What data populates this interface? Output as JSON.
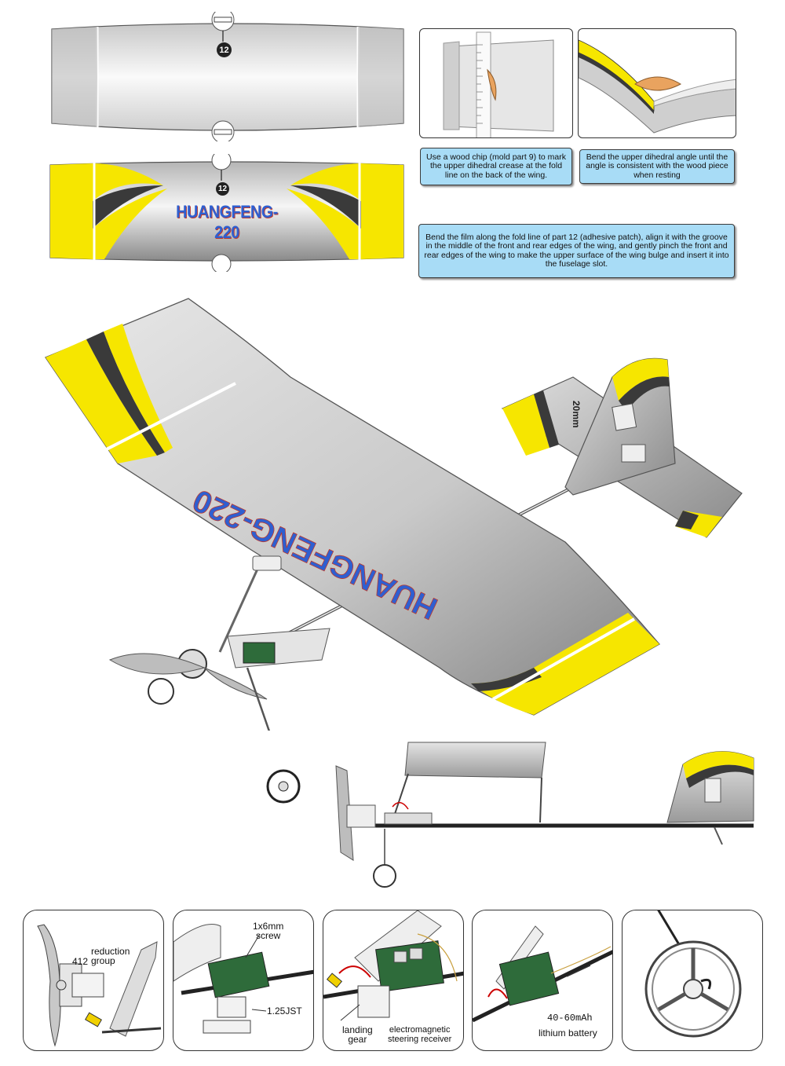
{
  "top": {
    "part_badge": "12",
    "wing_title": "HUANGFENG-220"
  },
  "captions": {
    "wood_chip": "Use a wood chip (mold part 9) to mark the upper dihedral crease at the fold line on the back of the wing.",
    "bend_angle": "Bend the upper dihedral angle until the angle is consistent with the wood piece when resting",
    "bend_film": "Bend the film along the fold line of part 12 (adhesive patch), align it with the groove in the middle of the front and rear edges of the wing, and gently pinch the front and rear edges of the wing to make the upper surface of the wing bulge and insert it into the fuselage slot."
  },
  "main": {
    "wing_text": "HUANGFENG-220",
    "tail_mark": "20mm"
  },
  "details": {
    "reduction_number": "412",
    "reduction_label": "reduction\ngroup",
    "screw_label": "1x6mm\nscrew",
    "jst_label": "1.25JST",
    "landing_gear_label": "landing\ngear",
    "receiver_label": "electromagnetic\nsteering receiver",
    "battery_capacity": "40-60mAh",
    "battery_label": "lithium battery"
  },
  "colors": {
    "wing_yellow": "#f6e600",
    "stripe_dark": "#3a3a3a",
    "caption_bg": "#a8dcf6"
  }
}
